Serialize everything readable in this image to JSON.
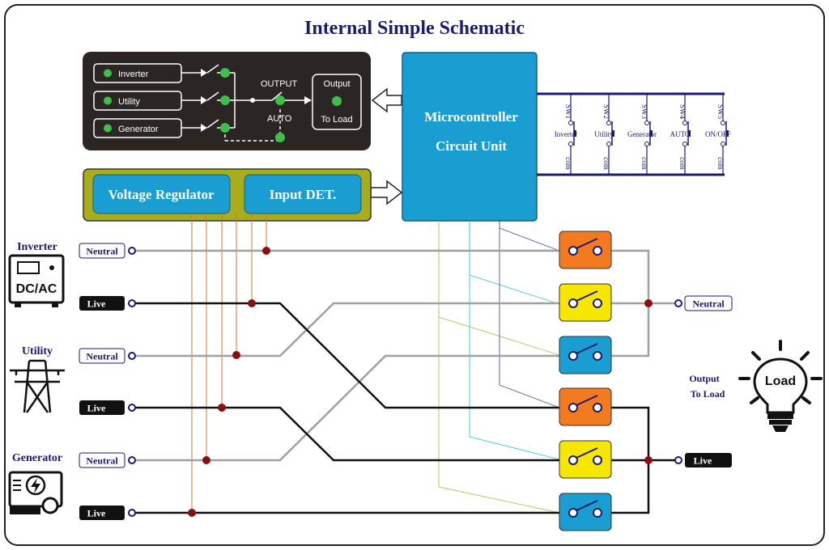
{
  "title": "Internal Simple Schematic",
  "panel": {
    "inverter_label": "Inverter",
    "utility_label": "Utility",
    "generator_label": "Generator",
    "output_label": "OUTPUT",
    "auto_label": "AUTO",
    "output_box_line1": "Output",
    "output_box_line2": "To Load"
  },
  "blocks": {
    "voltage_regulator": "Voltage Regulator",
    "input_det": "Input  DET.",
    "mcu_line1": "Microcontroller",
    "mcu_line2": "Circuit Unit"
  },
  "switches": [
    {
      "id": "SW1",
      "label": "Inverter",
      "com": "com"
    },
    {
      "id": "SW2",
      "label": "Utility",
      "com": "com"
    },
    {
      "id": "SW3",
      "label": "Generator",
      "com": "com"
    },
    {
      "id": "SW4",
      "label": "AUTO",
      "com": "com"
    },
    {
      "id": "SW5",
      "label": "ON/OFF",
      "com": "com"
    }
  ],
  "sources": {
    "inverter": {
      "name": "Inverter",
      "icon_text": "DC/AC",
      "neutral": "Neutral",
      "live": "Live"
    },
    "utility": {
      "name": "Utility",
      "neutral": "Neutral",
      "live": "Live"
    },
    "generator": {
      "name": "Generator",
      "neutral": "Neutral",
      "live": "Live"
    }
  },
  "outputs": {
    "neutral": "Neutral",
    "live": "Live",
    "load_line1": "Output",
    "load_line2": "To Load",
    "bulb_text": "Load"
  },
  "colors": {
    "title": "#1a1a6e",
    "panel_bg": "#2b2523",
    "mcu_blue": "#1a9dd0",
    "olive": "#a9ad1c",
    "relay_orange": "#f47a20",
    "relay_yellow": "#f7e600",
    "relay_blue": "#1a9dd0",
    "led_green": "#3fbf4a",
    "node_red": "#8a1010",
    "wire_gray": "#a0a0a0",
    "wire_black": "#111111",
    "sense_orange": "#c87a30"
  }
}
